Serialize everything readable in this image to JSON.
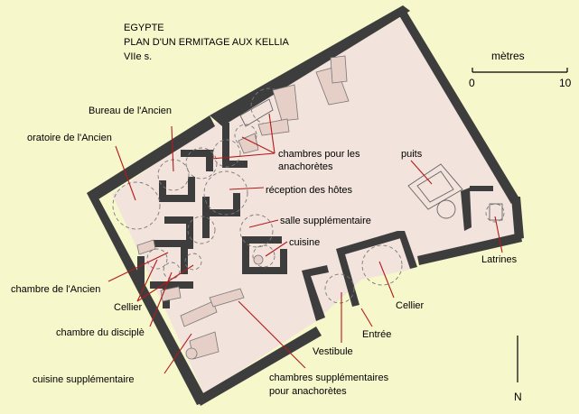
{
  "header": {
    "line1": "EGYPTE",
    "line2": "PLAN  D'UN ERMITAGE AUX KELLIA",
    "line3": "VIIe s."
  },
  "scale": {
    "title": "mètres",
    "start": "0",
    "end": "10"
  },
  "north": "N",
  "labels": {
    "bureau": "Bureau de l'Ancien",
    "oratoire": "oratoire de l'Ancien",
    "chambres_anach_1": "chambres  pour les",
    "chambres_anach_2": "anachorètes",
    "puits": "puits",
    "reception": "réception des hôtes",
    "salle_supp": "salle supplémentaire",
    "cuisine": "cuisine",
    "latrines": "Latrines",
    "chambre_ancien": "chambre de l'Ancien",
    "cellier_left": "Cellier",
    "cellier_right": "Cellier",
    "entree": "Entrée",
    "chambre_disciple": "chambre du disciplè",
    "vestibule": "Vestibule",
    "cuisine_supp": "cuisine supplémentaire",
    "chambres_supp_1": "chambres supplémentaires",
    "chambres_supp_2": "pour anachorètes"
  },
  "colors": {
    "background": "#f7f7cc",
    "wall": "#3d3d3d",
    "leader": "#b31b1b",
    "floor": "#f2e3dc"
  }
}
